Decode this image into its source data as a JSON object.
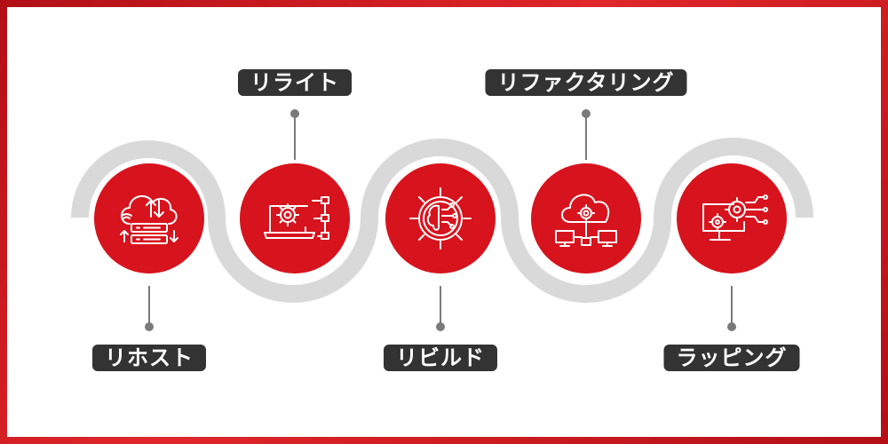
{
  "colors": {
    "frame": "#c8141c",
    "panel": "#ffffff",
    "track": "#d9d9d9",
    "circle": "#d7131d",
    "label_bg": "#333333",
    "label_text": "#ffffff",
    "connector": "#7a7a7a"
  },
  "steps": [
    {
      "label": "リホスト",
      "icon": "cloud-server-transfer-icon"
    },
    {
      "label": "リライト",
      "icon": "laptop-gear-flow-icon"
    },
    {
      "label": "リビルド",
      "icon": "brain-gear-circuit-icon"
    },
    {
      "label": "リファクタリング",
      "icon": "cloud-gear-network-icon"
    },
    {
      "label": "ラッピング",
      "icon": "monitor-gears-icon"
    }
  ]
}
